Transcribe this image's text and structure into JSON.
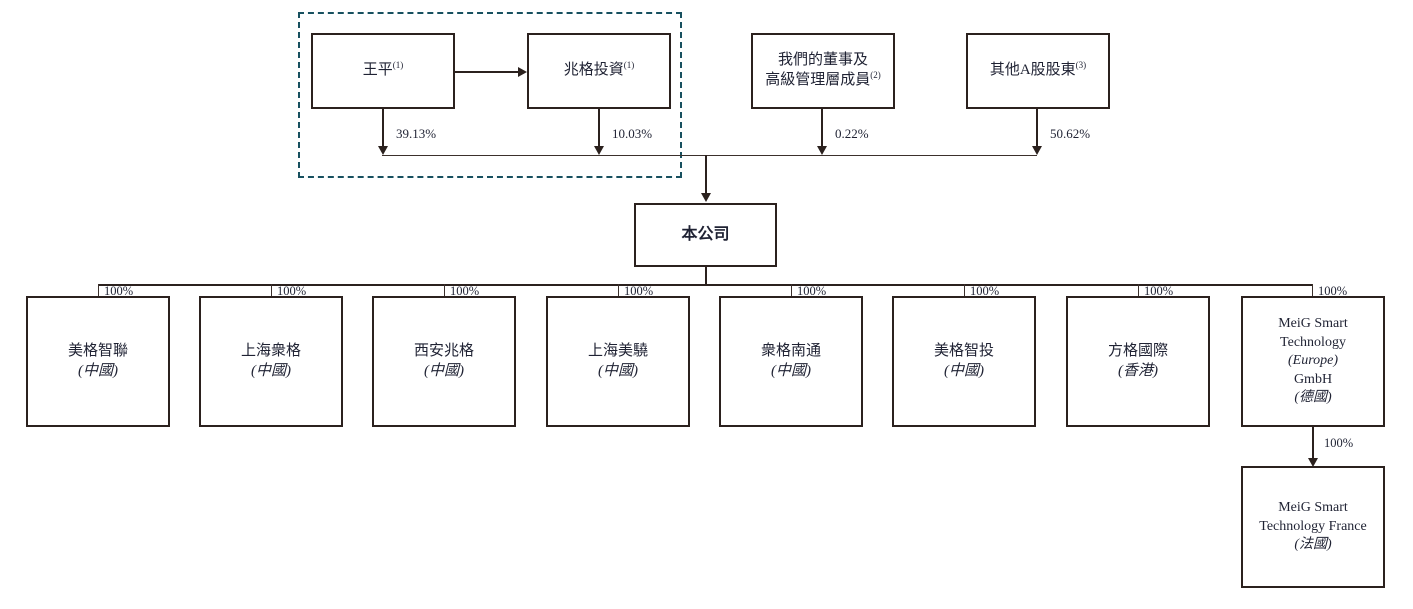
{
  "diagram": {
    "title": "Corporate shareholding structure chart",
    "colors": {
      "box_border": "#2b211e",
      "line": "#2b211e",
      "dashed_group_border": "#17505f",
      "text": "#1f2233",
      "background": "#ffffff"
    },
    "dashed_group": {
      "label": "controlling-shareholder-group"
    },
    "shareholders": [
      {
        "id": "wang-ping",
        "name": "王平",
        "footnote": "(1)",
        "percent": "39.13%"
      },
      {
        "id": "zhaoge-investment",
        "name": "兆格投資",
        "footnote": "(1)",
        "percent": "10.03%"
      },
      {
        "id": "directors-and-senior-management",
        "name_line1": "我們的董事及",
        "name_line2": "高級管理層成員",
        "footnote": "(2)",
        "percent": "0.22%"
      },
      {
        "id": "other-a-share-shareholders",
        "name": "其他A股股東",
        "footnote": "(3)",
        "percent": "50.62%"
      }
    ],
    "company": {
      "id": "the-company",
      "name": "本公司"
    },
    "subsidiaries": [
      {
        "id": "meig-zhilian",
        "name": "美格智聯",
        "location": "(中國)",
        "percent": "100%"
      },
      {
        "id": "shanghai-zhongge",
        "name": "上海衆格",
        "location": "(中國)",
        "percent": "100%"
      },
      {
        "id": "xian-zhaoge",
        "name": "西安兆格",
        "location": "(中國)",
        "percent": "100%"
      },
      {
        "id": "shanghai-meixiao",
        "name": "上海美驍",
        "location": "(中國)",
        "percent": "100%"
      },
      {
        "id": "zhongge-nantong",
        "name": "衆格南通",
        "location": "(中國)",
        "percent": "100%"
      },
      {
        "id": "meig-zhitou",
        "name": "美格智投",
        "location": "(中國)",
        "percent": "100%"
      },
      {
        "id": "fangge-international",
        "name": "方格國際",
        "location": "(香港)",
        "percent": "100%"
      },
      {
        "id": "meig-smart-technology-europe",
        "en_line1": "MeiG Smart",
        "en_line2": "Technology",
        "en_line3": "(Europe)",
        "en_line4": "GmbH",
        "location": "(德國)",
        "percent": "100%"
      }
    ],
    "sub_subsidiary": {
      "id": "meig-smart-technology-france",
      "en_line1": "MeiG Smart",
      "en_line2": "Technology France",
      "location": "(法國)",
      "percent": "100%"
    }
  }
}
